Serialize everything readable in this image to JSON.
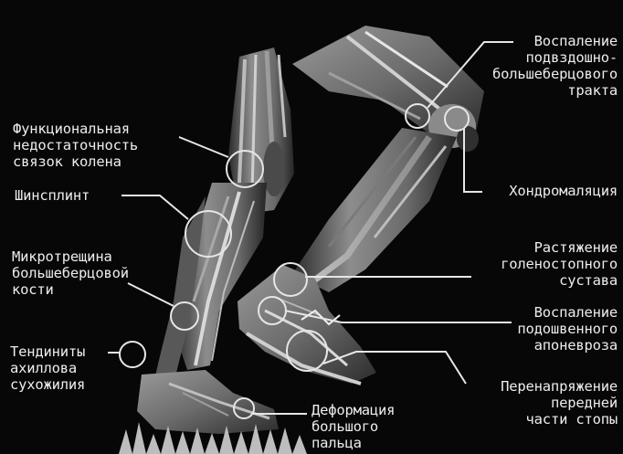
{
  "labels": {
    "ligament_insufficiency": [
      "Функциональная",
      "недостаточность",
      "связок колена"
    ],
    "shin_splints": [
      "Шинсплинт"
    ],
    "tibial_stress_fracture": [
      "Микротрещина",
      "большеберцовой",
      "кости"
    ],
    "achilles_tendinitis": [
      "Тендиниты",
      "ахиллова",
      "сухожилия"
    ],
    "toe_deformity": [
      "Деформация",
      "большого",
      "пальца"
    ],
    "it_band_inflammation": [
      "Воспаление",
      "подвздошно-",
      "большеберцового",
      "тракта"
    ],
    "chondromalacia": [
      "Хондромаляция"
    ],
    "ankle_sprain": [
      "Растяжение",
      "голеностопного",
      "сустава"
    ],
    "plantar_fasciitis": [
      "Воспаление",
      "подошвенного",
      "апоневроза"
    ],
    "forefoot_overload": [
      "Перенапряжение",
      "передней",
      "части стопы"
    ]
  },
  "colors": {
    "background": "#070707",
    "label_text": "#ededed",
    "leader_lines": "#e6e6e6"
  }
}
